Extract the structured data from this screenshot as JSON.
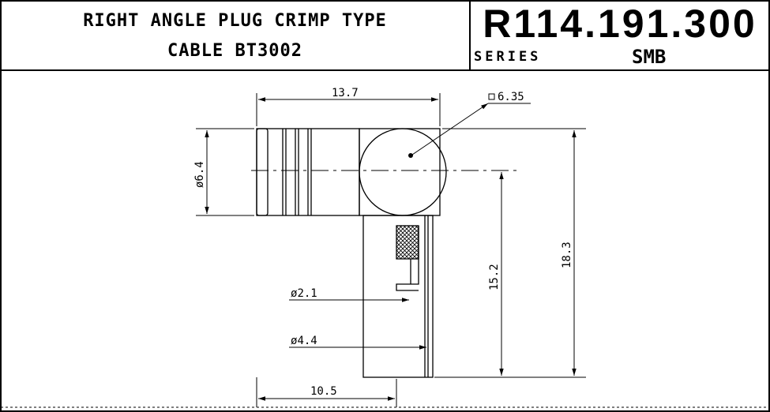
{
  "title_block": {
    "title_line_1": "RIGHT ANGLE PLUG CRIMP TYPE",
    "title_line_2": "CABLE BT3002",
    "part_number": "R114.191.300",
    "series_label": "SERIES",
    "series_value": "SMB"
  },
  "dimensions": {
    "overall_length": "13.7",
    "square_size": "6.35",
    "body_diameter": "6.4",
    "inner_diameter": "2.1",
    "outer_diameter": "4.4",
    "overall_height": "18.3",
    "ferrule_height": "15.2",
    "ferrule_offset": "10.5"
  }
}
